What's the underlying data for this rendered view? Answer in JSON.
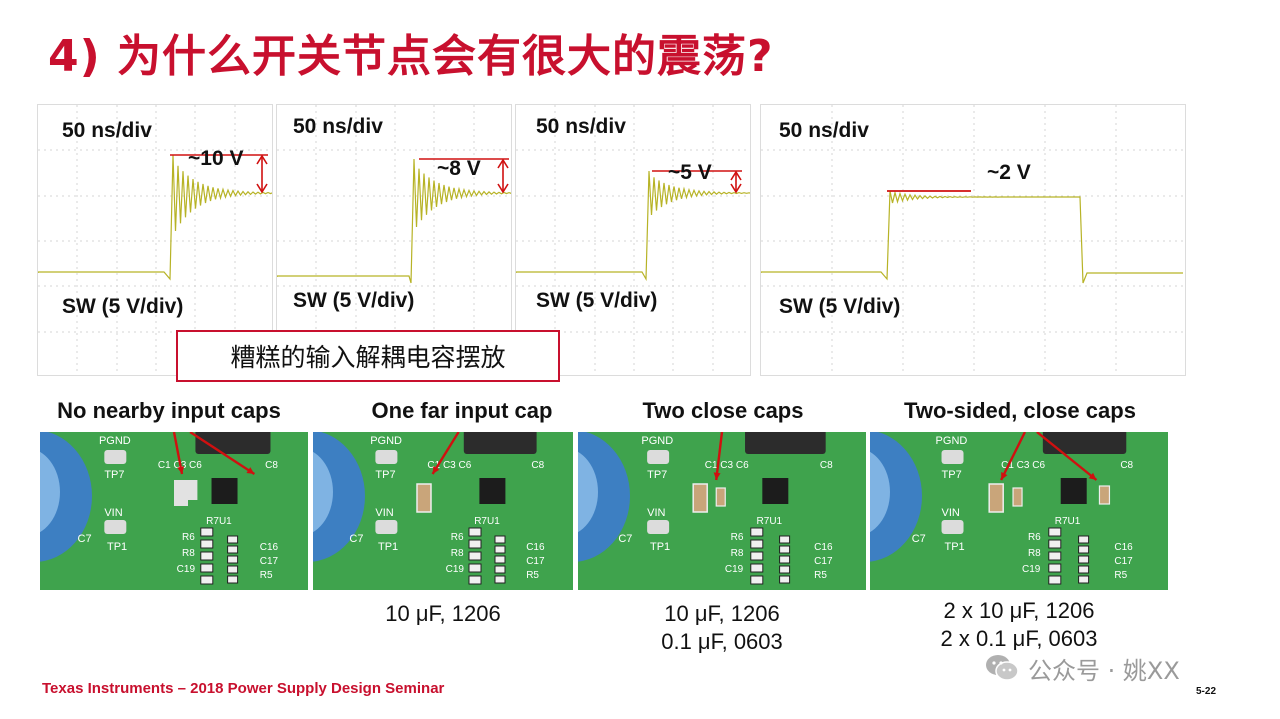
{
  "slide": {
    "title": "4) 为什么开关节点会有很大的震荡?",
    "note": "糟糕的输入解耦电容摆放",
    "footer": "Texas Instruments – 2018 Power Supply Design Seminar",
    "page_number": "5-22",
    "watermark": "公众号 · 姚XX"
  },
  "scopes": [
    {
      "time_div": "50 ns/div",
      "amplitude": "~10 V",
      "channel": "SW (5 V/div)",
      "overshoot_volts": 10
    },
    {
      "time_div": "50 ns/div",
      "amplitude": "~8 V",
      "channel": "SW (5 V/div)",
      "overshoot_volts": 8
    },
    {
      "time_div": "50 ns/div",
      "amplitude": "~5 V",
      "channel": "SW (5 V/div)",
      "overshoot_volts": 5
    },
    {
      "time_div": "50 ns/div",
      "amplitude": "~2 V",
      "channel": "SW (5 V/div)",
      "overshoot_volts": 2
    }
  ],
  "boards": [
    {
      "caption": "No nearby input caps",
      "spec_line1": "",
      "spec_line2": ""
    },
    {
      "caption": "One far input cap",
      "spec_line1": "10 μF, 1206",
      "spec_line2": ""
    },
    {
      "caption": "Two close caps",
      "spec_line1": "10 μF, 1206",
      "spec_line2": "0.1 μF, 0603"
    },
    {
      "caption": "Two-sided, close caps",
      "spec_line1": "2 x 10 μF, 1206",
      "spec_line2": "2 x 0.1 μF, 0603"
    }
  ],
  "silkscreen": {
    "pgnd": "PGND",
    "tp7": "TP7",
    "vin": "VIN",
    "tp1": "TP1",
    "c7": "C7",
    "c1": "C1",
    "c3": "C3",
    "c6": "C6",
    "c8": "C8",
    "r7u1": "R7U1",
    "r6": "R6",
    "r8": "R8",
    "c19": "C19",
    "c16": "C16",
    "c17": "C17",
    "r5": "R5"
  },
  "colors": {
    "title": "#c8102e",
    "trace": "#b7b326",
    "annotation": "#d01010",
    "pcb": "#3fa34d",
    "footer": "#c8102e"
  }
}
